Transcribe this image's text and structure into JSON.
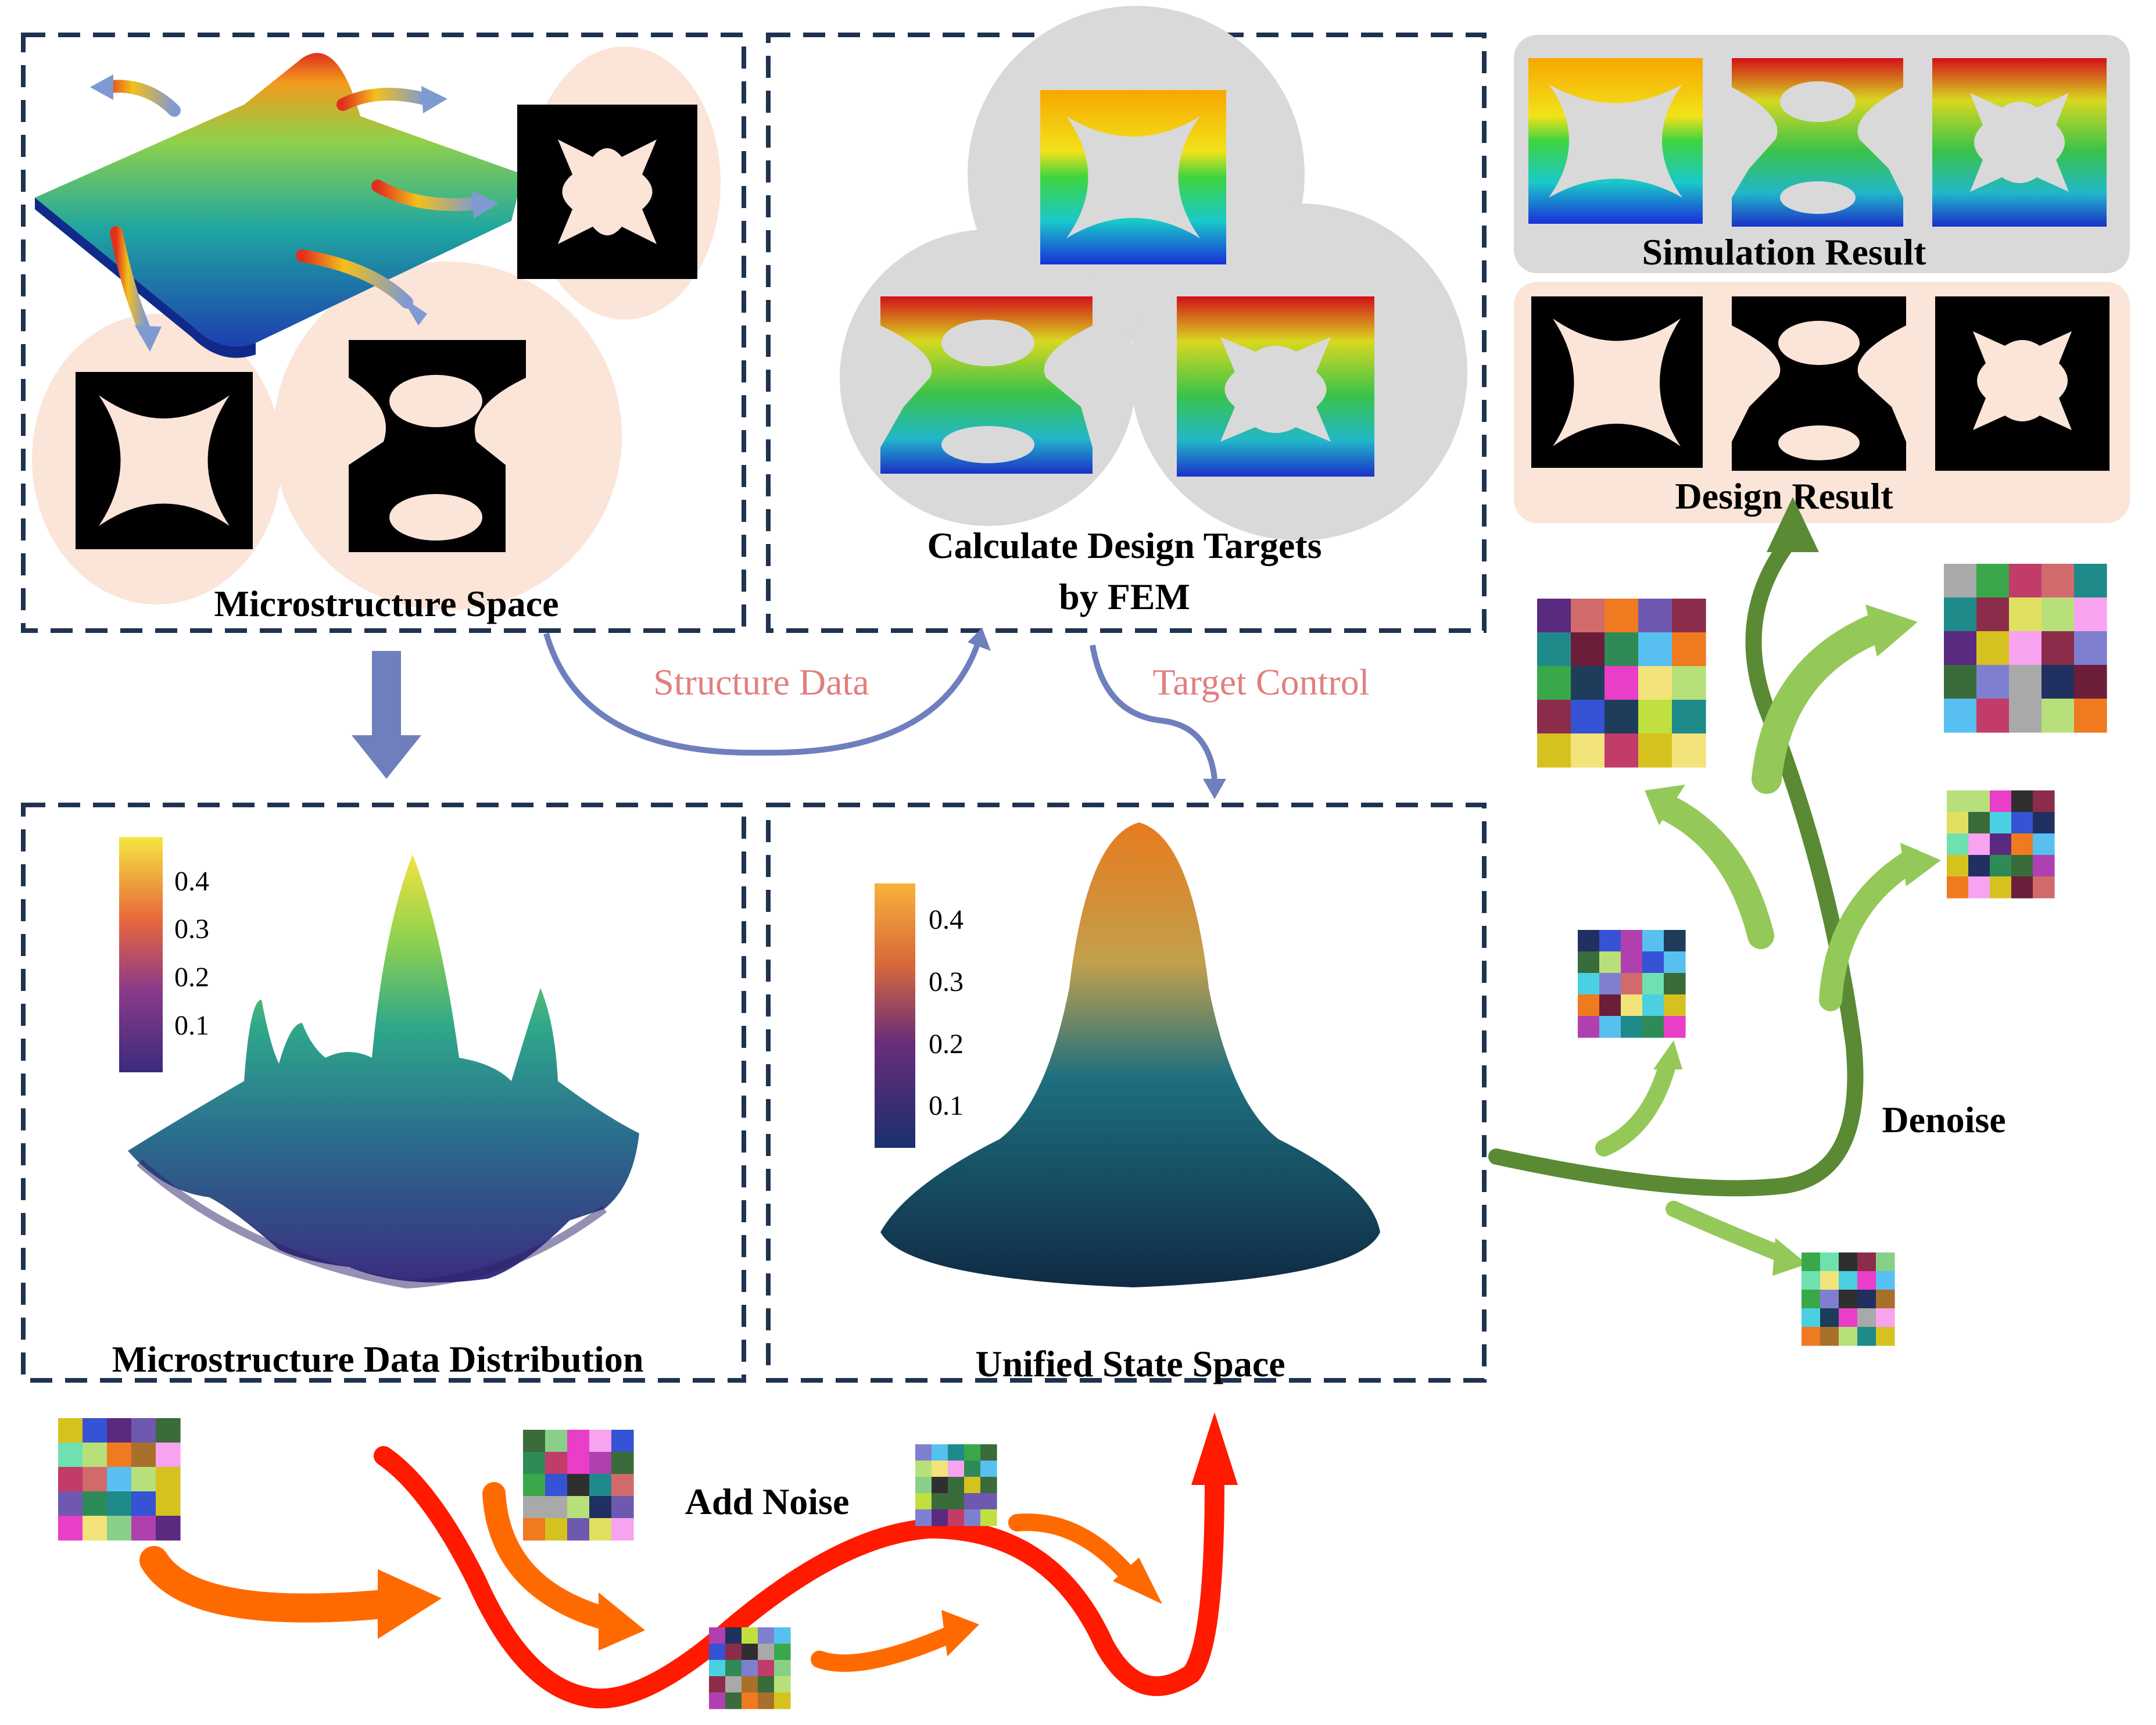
{
  "labels": {
    "microstructure_space": "Microstructure Space",
    "calc_targets_line1": "Calculate Design Targets",
    "calc_targets_line2": "by FEM",
    "simulation_result": "Simulation Result",
    "design_result": "Design Result",
    "structure_data": "Structure Data",
    "target_control": "Target Control",
    "data_distribution": "Microstructure Data Distribution",
    "unified_state_space": "Unified State Space",
    "add_noise": "Add Noise",
    "denoise": "Denoise"
  },
  "colorbar_left": {
    "ticks": [
      "0.4",
      "0.3",
      "0.2",
      "0.1"
    ]
  },
  "colorbar_right": {
    "ticks": [
      "0.4",
      "0.3",
      "0.2",
      "0.1"
    ]
  },
  "colors": {
    "dashed_border": "#1f3350",
    "flow_blue": "#6f7fbd",
    "pink_label": "#e27f7f",
    "noise_red": "#ff1a00",
    "noise_orange": "#ff6a00",
    "denoise_dark_green": "#5a8a34",
    "denoise_light_green": "#94c95a",
    "peach_bg": "#fbe4d8",
    "grey_bg": "#d9d9d9"
  }
}
